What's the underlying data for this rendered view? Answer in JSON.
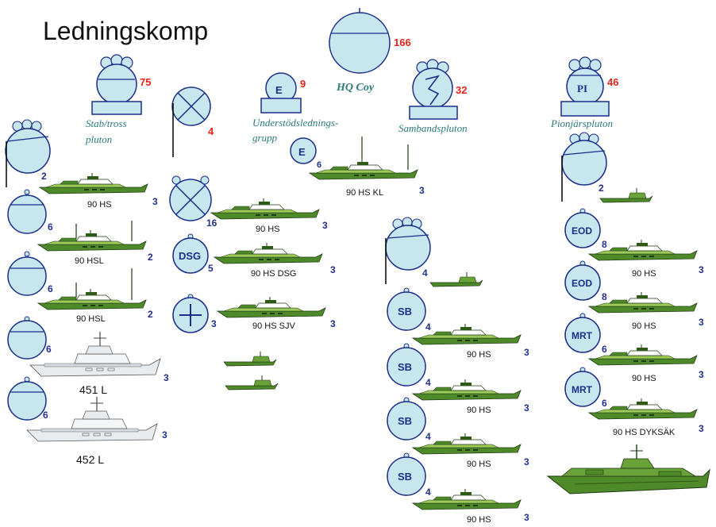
{
  "page_title": "Ledningskomp",
  "colors": {
    "symbol_fill": "#c7e6ee",
    "symbol_stroke": "#1a2e8a",
    "boat_hull": "#4f8a2a",
    "boat_deck": "#9cc95a",
    "boat_dark": "#2e5a17",
    "ship_hull": "#e9ecef",
    "count_red": "#e4231a",
    "count_blue": "#23308c",
    "unit_label": "#2a7a78"
  },
  "units": {
    "hq": {
      "label": "HQ Coy",
      "count": "166"
    },
    "stab": {
      "label_line1": "Stab/tross",
      "label_line2": "pluton",
      "count": "75"
    },
    "platoon_x": {
      "count": "4"
    },
    "uled": {
      "letter": "E",
      "label_line1": "Understödslednings-",
      "label_line2": "grupp",
      "count": "9"
    },
    "uled_e2": {
      "letter": "E",
      "count": "6"
    },
    "samband": {
      "label": "Sambandspluton",
      "count": "32"
    },
    "pionjar": {
      "letter": "PI",
      "label": "Pionjärspluton",
      "count": "46"
    }
  },
  "left_column": {
    "platoon_count": "2",
    "boat1": {
      "label": "90 HS",
      "count": "3"
    },
    "s1": {
      "count": "6"
    },
    "boat2": {
      "label": "90 HSL",
      "count": "2"
    },
    "s2": {
      "count": "6"
    },
    "boat3": {
      "label": "90 HSL",
      "count": "2"
    },
    "s3": {
      "count": "6"
    },
    "ship1": {
      "label": "451 L",
      "count": "3"
    },
    "s4": {
      "count": "6"
    },
    "ship2": {
      "label": "452 L",
      "count": "3"
    }
  },
  "middle_column": {
    "xcircle_count": "16",
    "boat_a": {
      "label": "90 HS",
      "count": "3"
    },
    "dsg": {
      "letter": "DSG",
      "count": "5"
    },
    "boat_b": {
      "label": "90 HS DSG",
      "count": "3"
    },
    "plus": {
      "count": "3"
    },
    "boat_c": {
      "label": "90 HS SJV",
      "count": "3"
    }
  },
  "kl_boat": {
    "label": "90 HS KL",
    "count": "3"
  },
  "sb_column": {
    "platoon_count": "4",
    "items": [
      {
        "letter": "SB",
        "count": "4",
        "boat_label": "90 HS",
        "boat_count": "3"
      },
      {
        "letter": "SB",
        "count": "4",
        "boat_label": "90 HS",
        "boat_count": "3"
      },
      {
        "letter": "SB",
        "count": "4",
        "boat_label": "90 HS",
        "boat_count": "3"
      },
      {
        "letter": "SB",
        "count": "4",
        "boat_label": "90 HS",
        "boat_count": "3"
      }
    ]
  },
  "right_column": {
    "platoon_count": "2",
    "items": [
      {
        "letter": "EOD",
        "count": "8",
        "boat_label": "90 HS",
        "boat_count": "3"
      },
      {
        "letter": "EOD",
        "count": "8",
        "boat_label": "90 HS",
        "boat_count": "3"
      },
      {
        "letter": "MRT",
        "count": "6",
        "boat_label": "90 HS",
        "boat_count": "3"
      },
      {
        "letter": "MRT",
        "count": "6",
        "boat_label": "90 HS DYKSÄK",
        "boat_count": "3"
      }
    ]
  }
}
